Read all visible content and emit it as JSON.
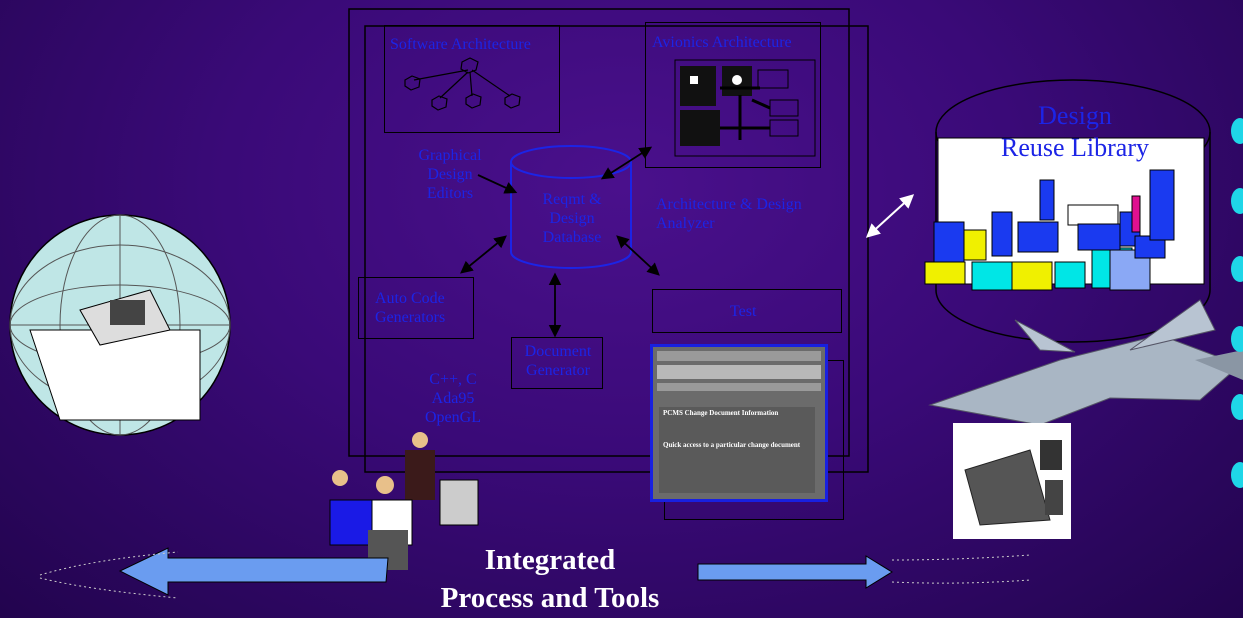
{
  "colors": {
    "background": "#3a0a78",
    "label_blue": "#1c24e6",
    "arrow_fill": "#6a9cf0",
    "bullet": "#1fd6e8"
  },
  "software_architecture": "Software Architecture",
  "avionics_architecture": "Avionics Architecture",
  "graphical_editors": [
    "Graphical",
    "Design",
    "Editors"
  ],
  "database": [
    "Reqmt &",
    "Design",
    "Database"
  ],
  "analyzer": [
    "Architecture & Design",
    "Analyzer"
  ],
  "auto_code": [
    "Auto Code",
    "Generators"
  ],
  "test": "Test",
  "document_generator": [
    "Document",
    "Generator"
  ],
  "languages": [
    "C++, C",
    "Ada95",
    "OpenGL"
  ],
  "reuse_library": [
    "Design",
    "Reuse Library"
  ],
  "footer": [
    "Integrated",
    "Process and Tools"
  ],
  "screen": {
    "heading": "PCMS Change Document Information",
    "subheading": "Quick access to a particular change document"
  },
  "icons": [
    "globe-simulator-icon",
    "engineers-at-workstation-icon",
    "fighter-jet-icon",
    "simulator-cockpit-icon"
  ]
}
